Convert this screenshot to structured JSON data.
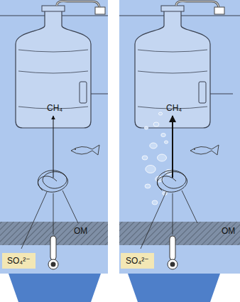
{
  "diagram": {
    "nodes": [
      {
        "text": [
          "SO₄²⁻"
        ]
      },
      {
        "text": [
          "SO₄²⁻"
        ]
      }
    ],
    "labels": [
      "CH₄",
      "OM",
      "CH₄",
      "OM"
    ]
  }
}
